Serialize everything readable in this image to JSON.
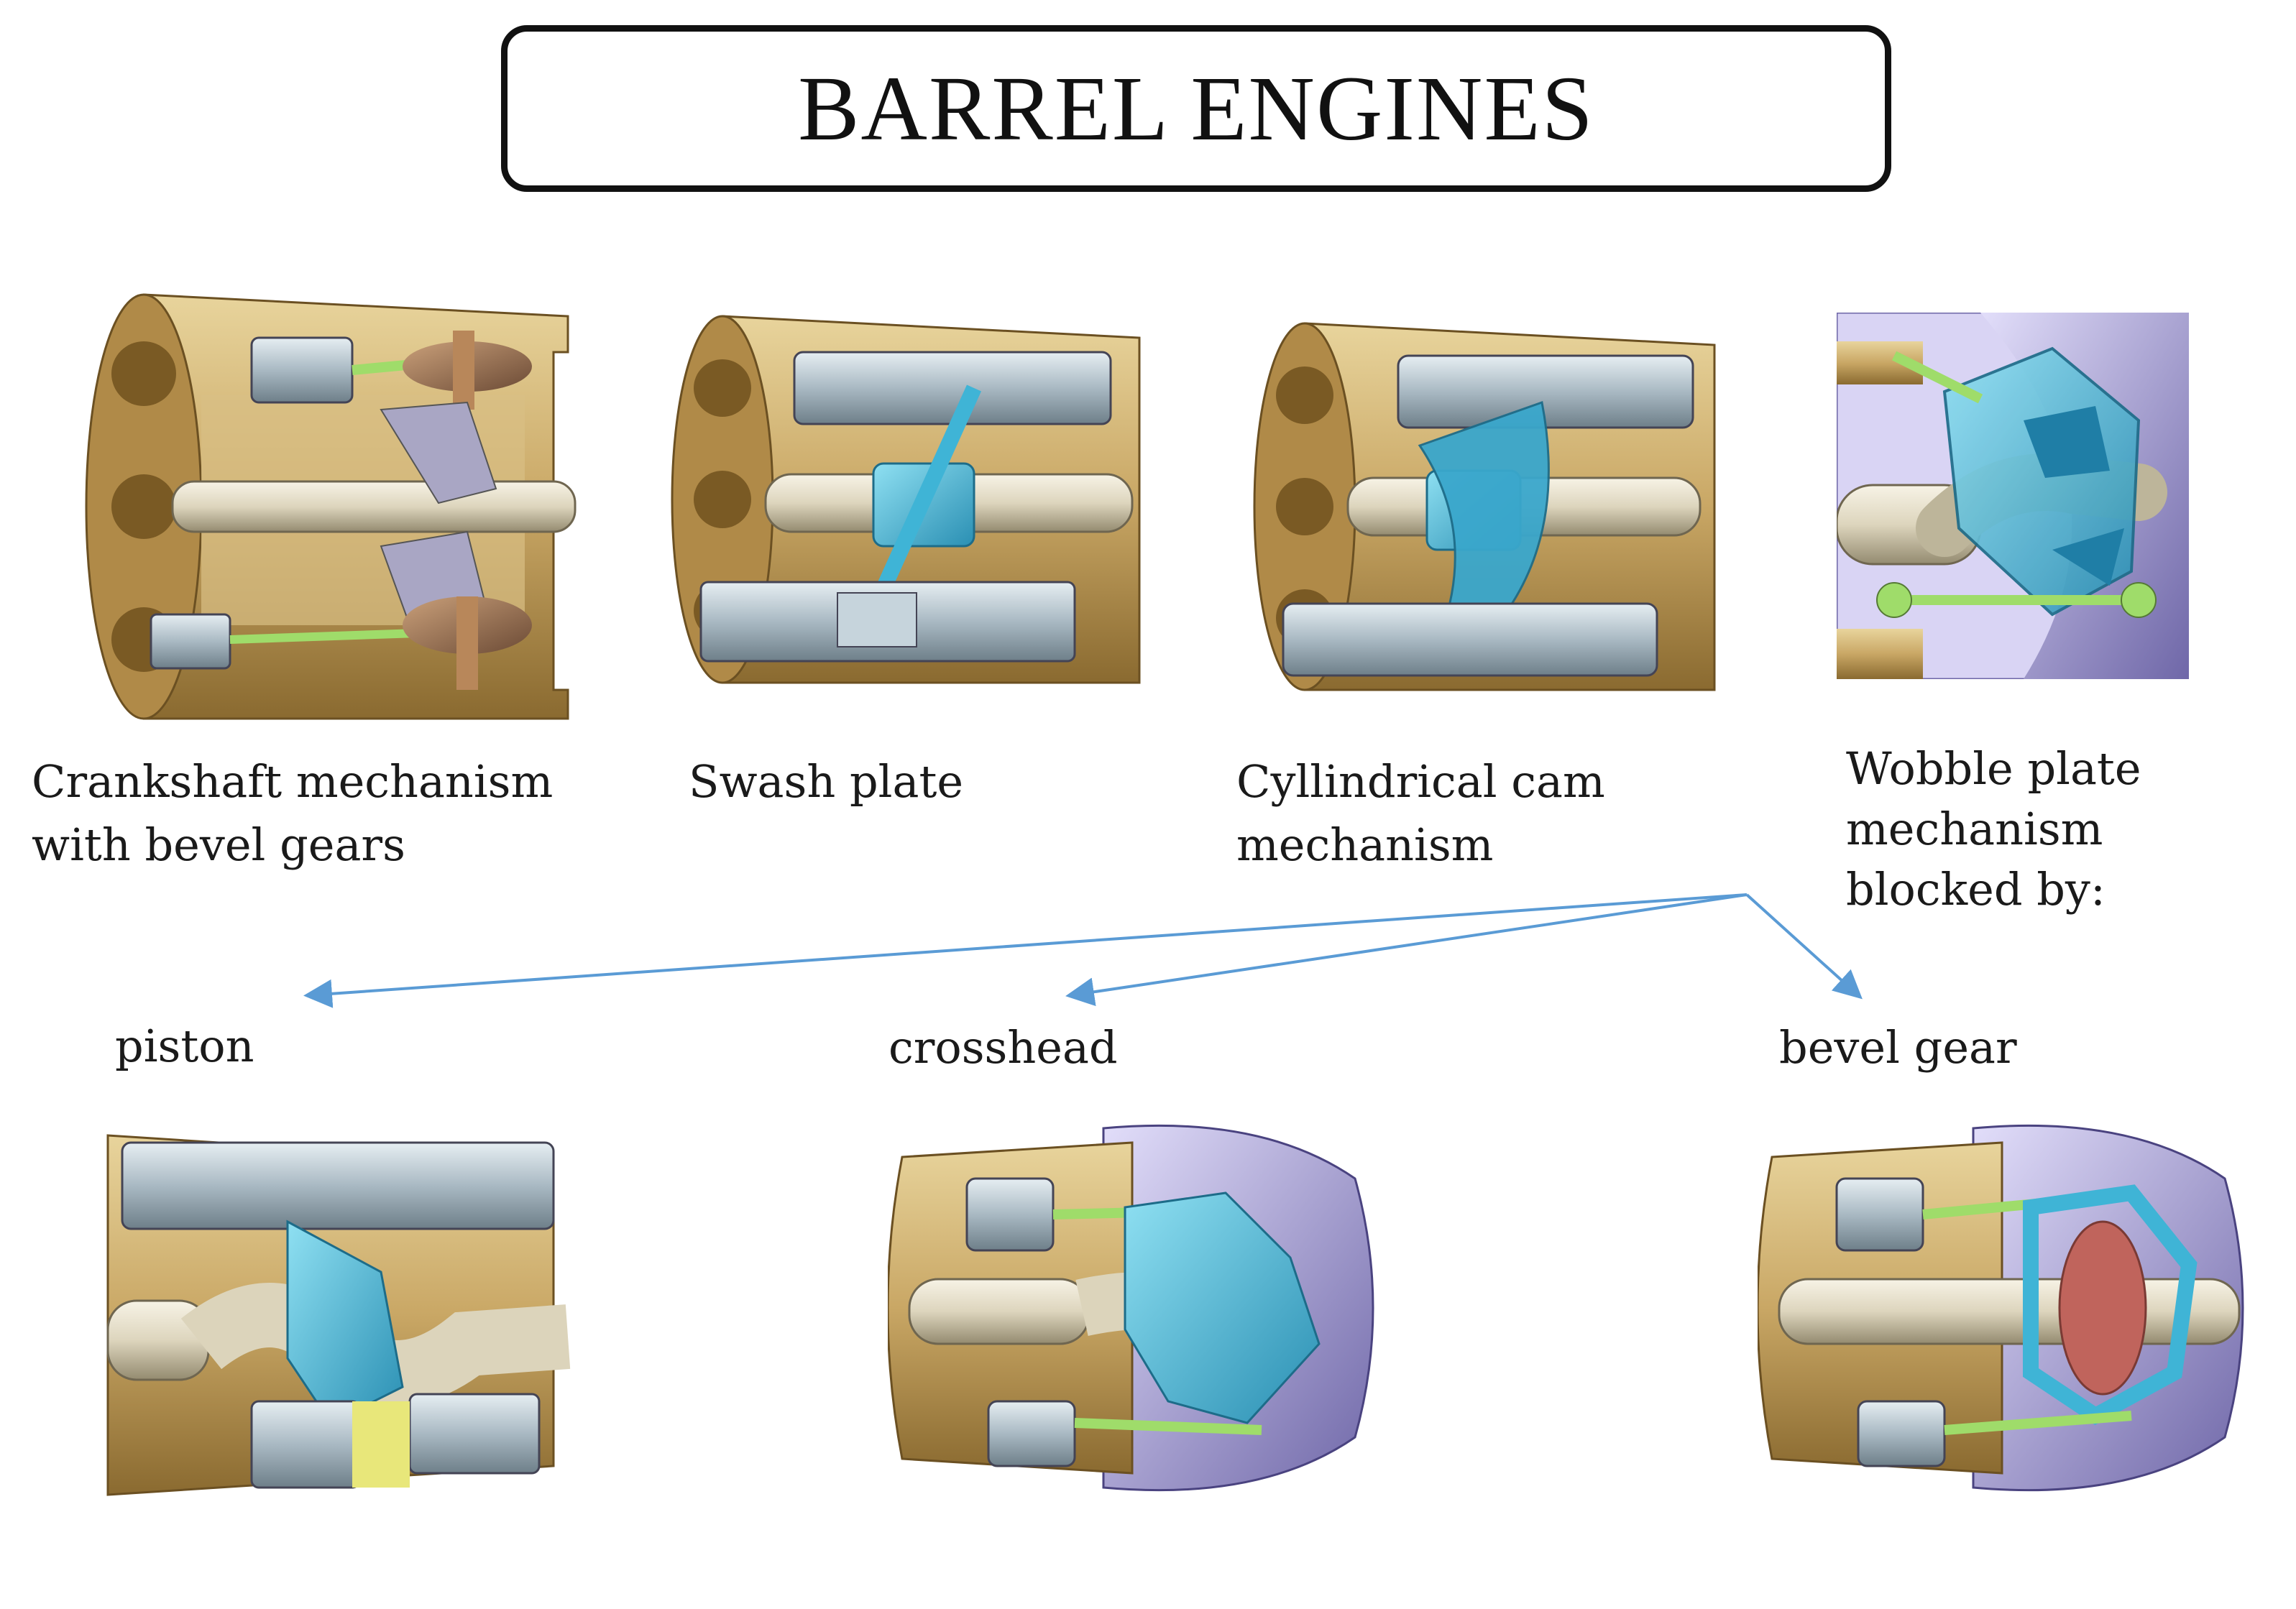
{
  "title": "BARREL ENGINES",
  "top_row": [
    {
      "line1": "Crankshaft mechanism",
      "line2": "with bevel gears"
    },
    {
      "line1": "Swash plate"
    },
    {
      "line1": "Cyllindrical cam",
      "line2": "mechanism"
    },
    {
      "line1": "Wobble plate",
      "line2": "mechanism",
      "line3": "blocked by:"
    }
  ],
  "bottom_row": [
    {
      "label": "piston"
    },
    {
      "label": "crosshead"
    },
    {
      "label": "bevel gear"
    }
  ],
  "colors": {
    "housing": "#c9a765",
    "housing_dark": "#8a6a30",
    "piston": "#b7c6cf",
    "shaft": "#e3ddc8",
    "cyan_part": "#3fb4d6",
    "rod_green": "#9fdc6a",
    "cover_purple": "#9d95c9",
    "arrow": "#5a9bd5",
    "bevel_gear_red": "#c0645c"
  }
}
